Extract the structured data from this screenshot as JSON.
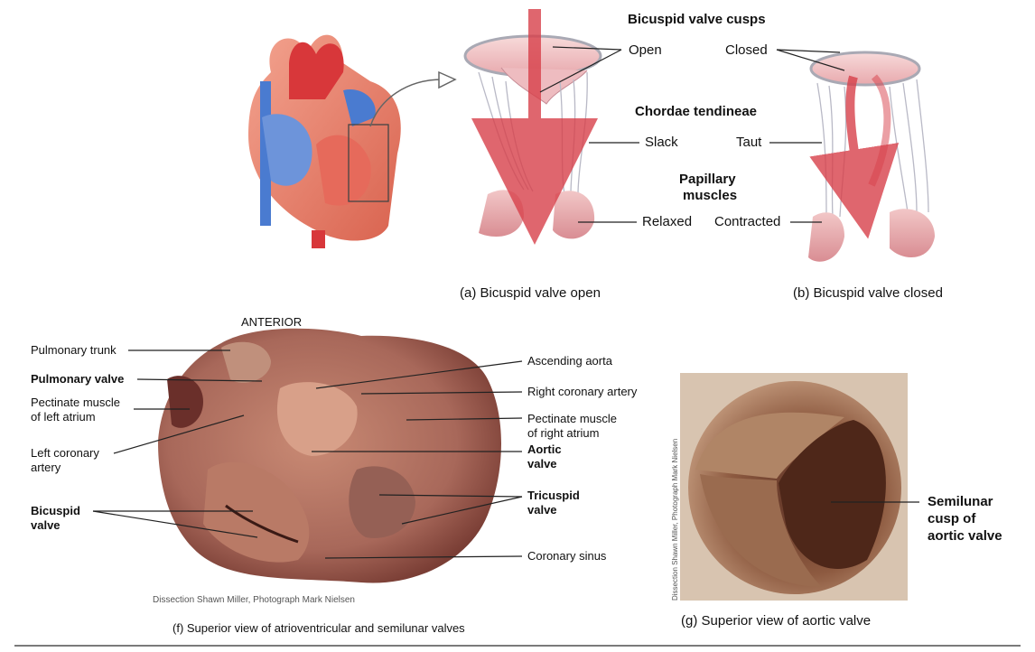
{
  "top": {
    "heading_cusps": "Bicuspid valve cusps",
    "cusp_open": "Open",
    "cusp_closed": "Closed",
    "heading_chordae": "Chordae tendineae",
    "chordae_slack": "Slack",
    "chordae_taut": "Taut",
    "heading_papillary_1": "Papillary",
    "heading_papillary_2": "muscles",
    "papillary_relaxed": "Relaxed",
    "papillary_contracted": "Contracted",
    "caption_a": "(a) Bicuspid valve open",
    "caption_b": "(b) Bicuspid valve closed"
  },
  "bottom_left": {
    "anterior": "ANTERIOR",
    "pulmonary_trunk": "Pulmonary trunk",
    "pulmonary_valve": "Pulmonary valve",
    "pectinate_left_1": "Pectinate muscle",
    "pectinate_left_2": "of left atrium",
    "left_coronary_1": "Left coronary",
    "left_coronary_2": "artery",
    "bicuspid_valve_1": "Bicuspid",
    "bicuspid_valve_2": "valve",
    "ascending_aorta": "Ascending aorta",
    "right_coronary": "Right coronary artery",
    "pectinate_right_1": "Pectinate muscle",
    "pectinate_right_2": "of right atrium",
    "aortic_valve_1": "Aortic",
    "aortic_valve_2": "valve",
    "tricuspid_valve_1": "Tricuspid",
    "tricuspid_valve_2": "valve",
    "coronary_sinus": "Coronary sinus",
    "credit": "Dissection Shawn Miller, Photograph Mark Nielsen",
    "caption_f": "(f) Superior view of atrioventricular and semilunar valves"
  },
  "bottom_right": {
    "semilunar_1": "Semilunar",
    "semilunar_2": "cusp of",
    "semilunar_3": "aortic valve",
    "credit": "Dissection Shawn Miller, Photograph Mark Nielsen",
    "caption_g": "(g) Superior view of aortic valve"
  }
}
